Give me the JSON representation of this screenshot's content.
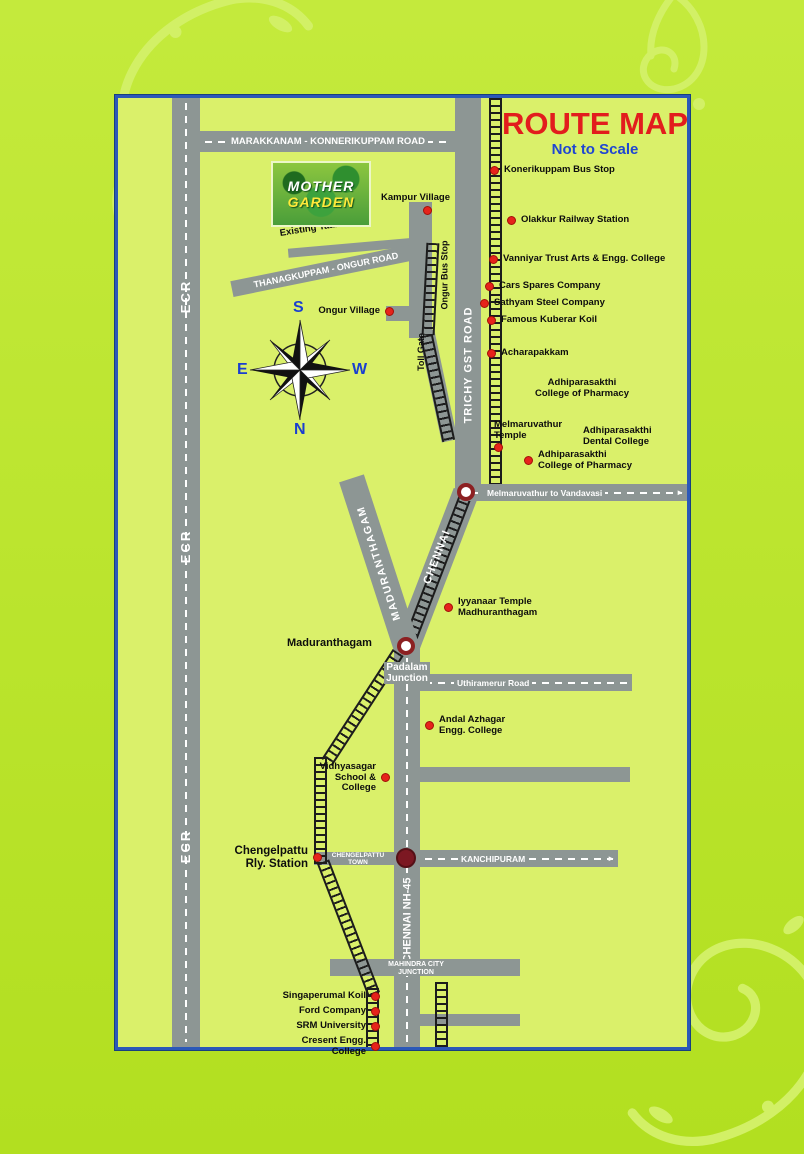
{
  "title": {
    "main": "ROUTE MAP",
    "subtitle": "Not to Scale"
  },
  "logo": {
    "line1": "MOTHER",
    "line2": "GARDEN"
  },
  "compass": {
    "top": "S",
    "left": "E",
    "right": "W",
    "bottom": "N"
  },
  "icons": {
    "arrow_right": "►"
  },
  "colors": {
    "title_red": "#e21d1d",
    "subtitle_blue": "#1f46d2",
    "marker_red": "#e6231b",
    "road_gray": "#8d9694",
    "junction_maroon": "#7c1822",
    "map_bg": "#daf06a"
  },
  "roads": {
    "marakkanam": "MARAKKANAM - KONNERIKUPPAM ROAD",
    "ecr": "ECR",
    "trichy_gst": "TRICHY GST ROAD",
    "existing_taar": "Existing Taar Road",
    "thanagkuppam": "THANAGKUPPAM - ONGUR ROAD",
    "ongur_bus_stop": "Ongur Bus Stop",
    "toll_gate": "Toll Gate",
    "chennai": "CHENNAI",
    "maduranthagam": "MADURANTHAGAM",
    "melmaruvathur_vandavasi": "Melmaruvathur to Vandavasi",
    "padalam_junction": "Padalam\nJunction",
    "uthiramerur": "Uthiramerur Road",
    "chengelpattu_town": "CHENGELPATTU\nTOWN",
    "kanchipuram": "KANCHIPURAM",
    "chennai_nh45": "CHENNAI NH-45",
    "mahindra_city": "MAHINDRA CITY\nJUNCTION"
  },
  "markers": [
    {
      "label": "Konerikuppam Bus Stop"
    },
    {
      "label": "Olakkur Railway Station"
    },
    {
      "label": "Vanniyar Trust Arts & Engg. College"
    },
    {
      "label": "Cars Spares Company"
    },
    {
      "label": "Sathyam Steel Company"
    },
    {
      "label": "Famous Kuberar Koil"
    },
    {
      "label": "Acharapakkam"
    },
    {
      "label": "Adhiparasakthi\nCollege of Pharmacy"
    },
    {
      "label": "Melmaruvathur\nTemple"
    },
    {
      "label": "Adhiparasakthi\nDental College"
    },
    {
      "label": "Adhiparasakthi\nCollege of Pharmacy"
    },
    {
      "label": "Kampur Village"
    },
    {
      "label": "Ongur Village"
    },
    {
      "label": "Iyyanaar Temple\nMadhuranthagam"
    },
    {
      "label": "Maduranthagam"
    },
    {
      "label": "Andal Azhagar\nEngg. College"
    },
    {
      "label": "Vidhyasagar\nSchool &\nCollege"
    },
    {
      "label": "Chengelpattu\nRly. Station"
    },
    {
      "label": "Singaperumal Koil"
    },
    {
      "label": "Ford Company"
    },
    {
      "label": "SRM University"
    },
    {
      "label": "Cresent Engg. College"
    }
  ]
}
